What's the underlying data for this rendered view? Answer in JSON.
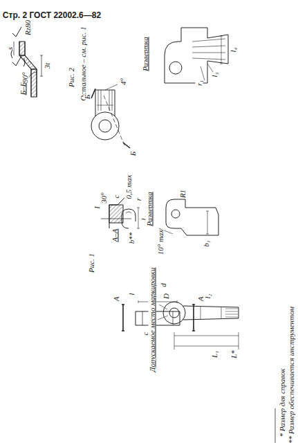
{
  "diagram": {
    "labels": [
      "Стр. 2 ГОСТ 22002.6—82",
      "Rz80",
      "Рис. 2",
      "Остальное – см. рис. 1",
      "Б–Б",
      "90°",
      "3t",
      "s",
      "Б",
      "Б",
      "4°",
      "Развертка",
      "r₁",
      "l₃",
      "l₄",
      "Рис. 1",
      "А–А",
      "I",
      "30°",
      "c",
      "0,5 max",
      "b**",
      "l₁",
      "r",
      "Развертка",
      "10° max",
      "R1",
      "b₁",
      "А",
      "А",
      "l",
      "c",
      "Допускаемое место маркировки",
      "D",
      "d",
      "l₂",
      "L₁",
      "L*",
      "* Размер для справок",
      "** Размер обеспечивается инструментом"
    ]
  }
}
